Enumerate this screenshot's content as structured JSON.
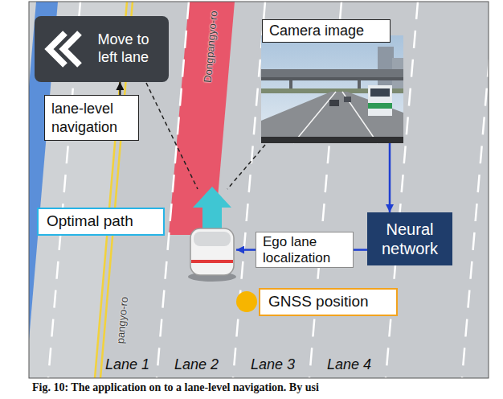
{
  "diagram": {
    "caption": "Fig. 10: The application on to a lane-level navigation. By usi",
    "nodes": [
      {
        "text": [
          "Move to left lane"
        ]
      },
      {
        "text": [
          "lane-level navigation"
        ]
      },
      {
        "text": [
          "Camera image"
        ]
      },
      {
        "text": [
          "Optimal path"
        ]
      },
      {
        "text": [
          "Ego lane localization"
        ]
      },
      {
        "text": [
          "Neural network"
        ]
      },
      {
        "text": [
          "GNSS position"
        ]
      }
    ],
    "edges": [
      {
        "from": 1,
        "to": 0,
        "arrow": "to"
      },
      {
        "from": 2,
        "to": 5,
        "arrow": "to"
      },
      {
        "from": 5,
        "to": 4,
        "arrow": "none"
      }
    ],
    "labels": [
      "Dongpangyo-ro",
      "pangyo-ro",
      "Lane 1",
      "Lane 2",
      "Lane 3",
      "Lane 4"
    ]
  }
}
